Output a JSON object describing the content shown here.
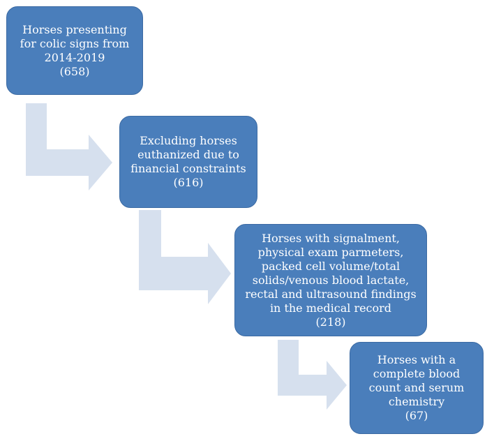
{
  "steps": [
    {
      "text": "Horses presenting for colic signs from 2014-2019",
      "count": "(658)"
    },
    {
      "text": "Excluding horses euthanized due to financial constraints",
      "count": "(616)"
    },
    {
      "text": "Horses with signalment, physical exam parmeters, packed cell volume/total solids/venous blood lactate, rectal and ultrasound findings in the medical record",
      "count": "(218)"
    },
    {
      "text": "Horses with a complete blood count and serum chemistry",
      "count": "(67)"
    }
  ],
  "colors": {
    "box_fill": "#4a7ebb",
    "box_border": "#3b6aa3",
    "arrow_fill": "#d6e0ee",
    "text": "#ffffff"
  }
}
